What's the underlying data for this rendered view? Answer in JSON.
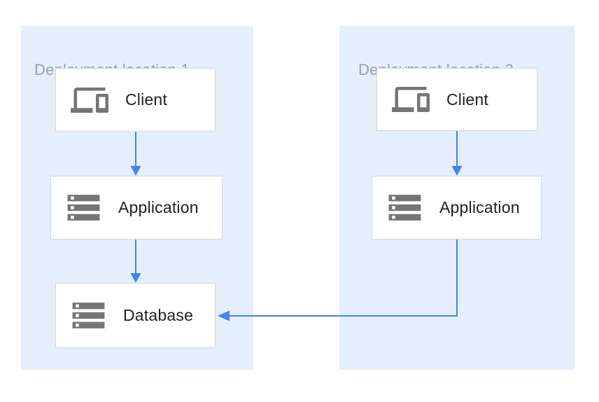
{
  "colors": {
    "panel_bg": "#e4effb",
    "box_bg": "#ffffff",
    "box_border": "#d6d6d6",
    "icon_gray": "#757575",
    "title_gray": "#9aa0a6",
    "label_dark": "#212121",
    "arrow_blue": "#4284f4"
  },
  "panels": [
    {
      "title": "Deployment location 1",
      "nodes": [
        {
          "label": "Client",
          "icon": "devices-icon"
        },
        {
          "label": "Application",
          "icon": "storage-icon"
        },
        {
          "label": "Database",
          "icon": "storage-icon"
        }
      ]
    },
    {
      "title": "Deployment location 2",
      "nodes": [
        {
          "label": "Client",
          "icon": "devices-icon"
        },
        {
          "label": "Application",
          "icon": "storage-icon"
        }
      ]
    }
  ],
  "edges": [
    {
      "from": "location1-client",
      "to": "location1-application"
    },
    {
      "from": "location1-application",
      "to": "location1-database"
    },
    {
      "from": "location2-client",
      "to": "location2-application"
    },
    {
      "from": "location2-application",
      "to": "location1-database"
    }
  ]
}
